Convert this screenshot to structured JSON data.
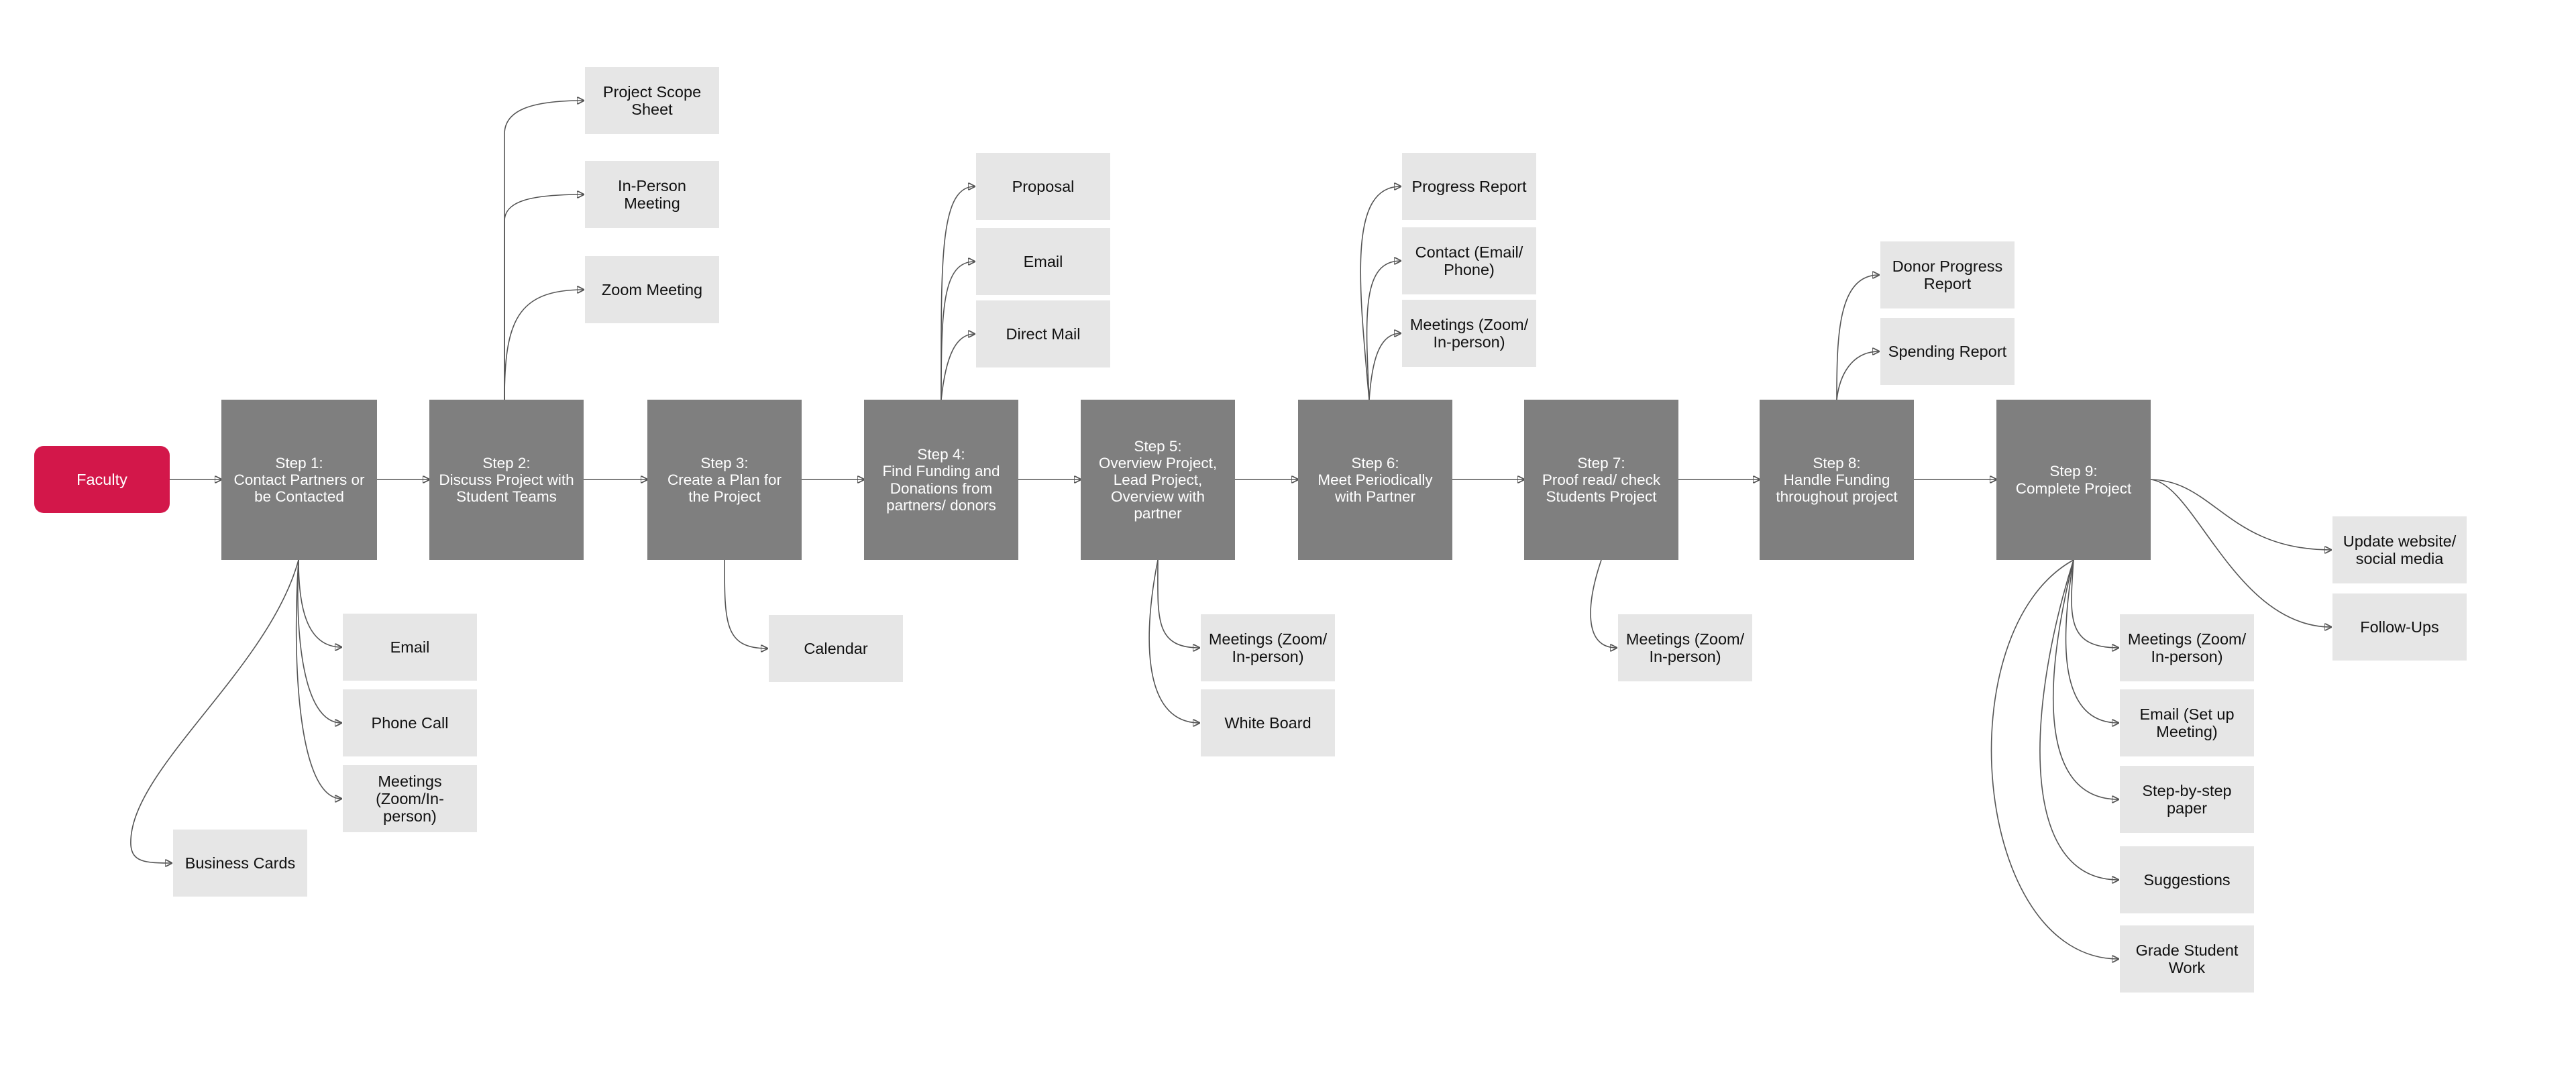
{
  "faculty": {
    "label": "Faculty"
  },
  "steps": [
    {
      "label": "Step 1:\nContact Partners or\nbe Contacted"
    },
    {
      "label": "Step 2:\nDiscuss Project with\nStudent Teams"
    },
    {
      "label": "Step 3:\nCreate a Plan for\nthe Project"
    },
    {
      "label": "Step 4:\nFind Funding and\nDonations from\npartners/ donors"
    },
    {
      "label": "Step 5:\nOverview Project,\nLead Project,\nOverview with\npartner"
    },
    {
      "label": "Step 6:\nMeet Periodically\nwith Partner"
    },
    {
      "label": "Step 7:\nProof read/ check\nStudents Project"
    },
    {
      "label": "Step 8:\nHandle Funding\nthroughout project"
    },
    {
      "label": "Step 9:\nComplete Project"
    }
  ],
  "subitems": {
    "step1": [
      "Email",
      "Phone Call",
      "Meetings\n(Zoom/In-person)",
      "Business Cards"
    ],
    "step2": [
      "Project Scope\nSheet",
      "In-Person\nMeeting",
      "Zoom Meeting"
    ],
    "step3": [
      "Calendar"
    ],
    "step4": [
      "Proposal",
      "Email",
      "Direct Mail"
    ],
    "step5": [
      "Meetings (Zoom/\nIn-person)",
      "White Board"
    ],
    "step6": [
      "Progress Report",
      "Contact (Email/\nPhone)",
      "Meetings (Zoom/\nIn-person)"
    ],
    "step7": [
      "Meetings (Zoom/\nIn-person)"
    ],
    "step8": [
      "Donor Progress\nReport",
      "Spending Report"
    ],
    "step9_right": [
      "Update website/\nsocial media",
      "Follow-Ups"
    ],
    "step9_below": [
      "Meetings (Zoom/\nIn-person)",
      "Email (Set up\nMeeting)",
      "Step-by-step\npaper",
      "Suggestions",
      "Grade Student\nWork"
    ]
  },
  "colors": {
    "faculty": "#d3174a",
    "step": "#7f7f7f",
    "subitem": "#e6e6e6",
    "connector": "#555555"
  }
}
